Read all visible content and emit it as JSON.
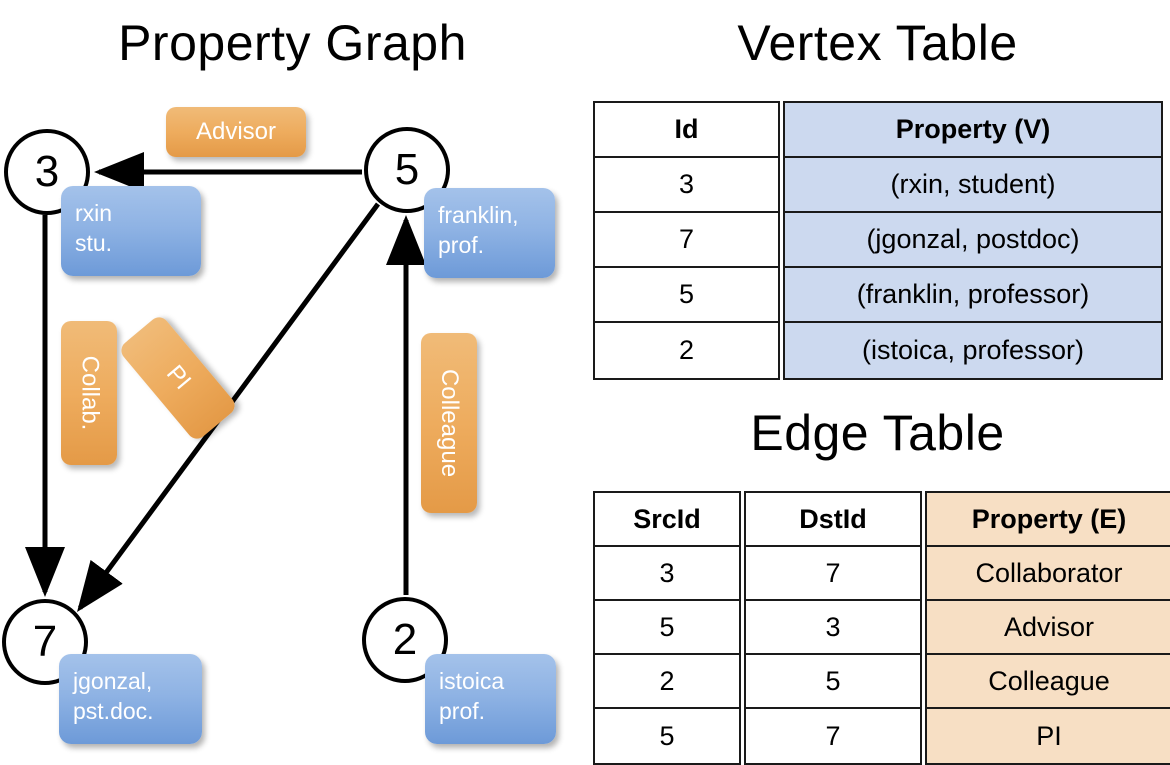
{
  "titles": {
    "property_graph": "Property Graph",
    "vertex_table": "Vertex Table",
    "edge_table": "Edge Table"
  },
  "graph": {
    "nodes": [
      {
        "id": "3",
        "label": "3",
        "property": "rxin\nstu."
      },
      {
        "id": "5",
        "label": "5",
        "property": "franklin,\nprof."
      },
      {
        "id": "7",
        "label": "7",
        "property": "jgonzal,\npst.doc."
      },
      {
        "id": "2",
        "label": "2",
        "property": "istoica\nprof."
      }
    ],
    "edge_labels": {
      "advisor": "Advisor",
      "collab": "Collab.",
      "pi": "PI",
      "colleague": "Colleague"
    },
    "edges": [
      {
        "from": "5",
        "to": "3",
        "label": "Advisor"
      },
      {
        "from": "3",
        "to": "7",
        "label": "Collab."
      },
      {
        "from": "5",
        "to": "7",
        "label": "PI"
      },
      {
        "from": "2",
        "to": "5",
        "label": "Colleague"
      }
    ]
  },
  "vertex_table": {
    "headers": {
      "id": "Id",
      "property": "Property (V)"
    },
    "rows": [
      {
        "id": "3",
        "property": "(rxin, student)"
      },
      {
        "id": "7",
        "property": "(jgonzal, postdoc)"
      },
      {
        "id": "5",
        "property": "(franklin, professor)"
      },
      {
        "id": "2",
        "property": "(istoica, professor)"
      }
    ]
  },
  "edge_table": {
    "headers": {
      "src": "SrcId",
      "dst": "DstId",
      "property": "Property (E)"
    },
    "rows": [
      {
        "src": "3",
        "dst": "7",
        "property": "Collaborator"
      },
      {
        "src": "5",
        "dst": "3",
        "property": "Advisor"
      },
      {
        "src": "2",
        "dst": "5",
        "property": "Colleague"
      },
      {
        "src": "5",
        "dst": "7",
        "property": "PI"
      }
    ]
  },
  "colors": {
    "vertex_property_fill": "#ccd9ef",
    "edge_property_fill": "#f7dfc4",
    "node_box_blue": "#8fb3e4",
    "edge_label_orange": "#eeac5e",
    "stroke": "#000000"
  }
}
